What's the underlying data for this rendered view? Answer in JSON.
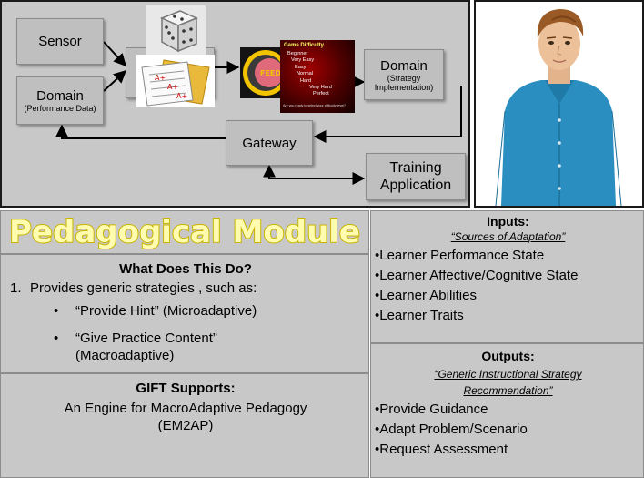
{
  "diagram": {
    "nodes": {
      "sensor": "Sensor",
      "domain_perf": {
        "title": "Domain",
        "sub": "(Performance Data)"
      },
      "domain_strategy": {
        "title": "Domain",
        "sub": "(Strategy Implementation)"
      },
      "gateway": "Gateway",
      "training_app": "Training Application"
    },
    "difficulty_menu": {
      "title": "Game Difficulty",
      "options": [
        "Beginner",
        "Very Easy",
        "Easy",
        "Normal",
        "Hard",
        "Very Hard",
        "Perfect"
      ],
      "footer": "Are you ready to select your difficulty level?"
    },
    "feedback_label": "FEED",
    "worksheet_marks": [
      "A+",
      "A+",
      "A+"
    ]
  },
  "module": {
    "title": "Pedagogical Module",
    "title_colors": {
      "fill": "#fffcb0",
      "stroke": "#c8b400"
    },
    "what": {
      "heading": "What Does This  Do?",
      "item_number": "1.",
      "item_text": "Provides generic strategies , such as:",
      "subitems": [
        "“Provide Hint” (Microadaptive)",
        "“Give Practice Content” (Macroadaptive)"
      ]
    },
    "gift": {
      "heading": "GIFT Supports:",
      "text": "An Engine for MacroAdaptive Pedagogy (EM2AP)"
    }
  },
  "inputs": {
    "heading": "Inputs:",
    "subheading": "“Sources of Adaptation”",
    "items": [
      "•Learner Performance State",
      "•Learner Affective/Cognitive State",
      "•Learner Abilities",
      "•Learner Traits"
    ]
  },
  "outputs": {
    "heading": "Outputs:",
    "subheading": "“Generic Instructional Strategy Recommendation”",
    "items": [
      "•Provide Guidance",
      "•Adapt Problem/Scenario",
      "•Request Assessment"
    ]
  },
  "colors": {
    "panel": "#c8c8c8",
    "node": "#bfbfbf",
    "border": "#1a1a1a",
    "shirt": "#2a8fc0"
  }
}
